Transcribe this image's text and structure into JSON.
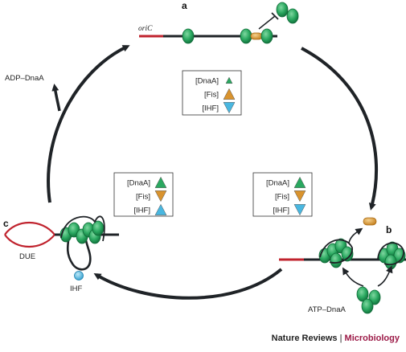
{
  "colors": {
    "dna": "#1f2327",
    "origin_red": "#c0232e",
    "dnaa_fill": "#2aa860",
    "dnaa_dark": "#0f6b38",
    "fis_fill": "#d9932e",
    "ihf_fill": "#49b7e0",
    "credit_brand": "#9c1a47"
  },
  "panels": {
    "a": "a",
    "b": "b",
    "c": "c"
  },
  "labels": {
    "oric": "oriC",
    "adp_dnaa": "ADP–DnaA",
    "atp_dnaa": "ATP–DnaA",
    "due": "DUE",
    "ihf": "IHF"
  },
  "legends": {
    "a": [
      {
        "name": "[DnaA]",
        "direction": "up",
        "size": "small",
        "color": "dnaa_fill"
      },
      {
        "name": "[Fis]",
        "direction": "up",
        "size": "large",
        "color": "fis_fill"
      },
      {
        "name": "[IHF]",
        "direction": "down",
        "size": "large",
        "color": "ihf_fill"
      }
    ],
    "b": [
      {
        "name": "[DnaA]",
        "direction": "up",
        "size": "large",
        "color": "dnaa_fill"
      },
      {
        "name": "[Fis]",
        "direction": "down",
        "size": "large",
        "color": "fis_fill"
      },
      {
        "name": "[IHF]",
        "direction": "down",
        "size": "large",
        "color": "ihf_fill"
      }
    ],
    "c": [
      {
        "name": "[DnaA]",
        "direction": "up",
        "size": "large",
        "color": "dnaa_fill"
      },
      {
        "name": "[Fis]",
        "direction": "down",
        "size": "large",
        "color": "fis_fill"
      },
      {
        "name": "[IHF]",
        "direction": "up",
        "size": "large",
        "color": "ihf_fill"
      }
    ]
  },
  "credit": {
    "journal": "Nature Reviews",
    "separator": "|",
    "section": "Microbiology"
  }
}
